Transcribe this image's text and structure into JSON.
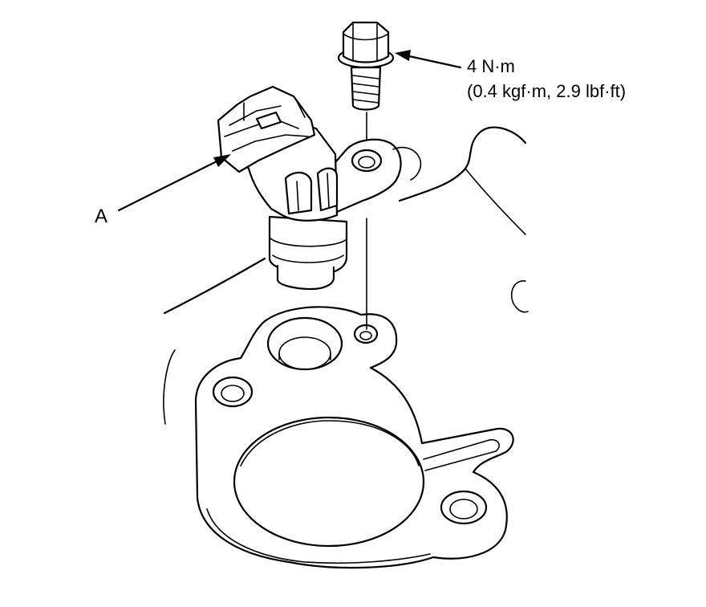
{
  "callouts": {
    "part_label": "A",
    "torque_primary": "4 N·m",
    "torque_secondary": "(0.4 kgf·m, 2.9 lbf·ft)"
  },
  "colors": {
    "line": "#000000",
    "background": "#ffffff"
  }
}
